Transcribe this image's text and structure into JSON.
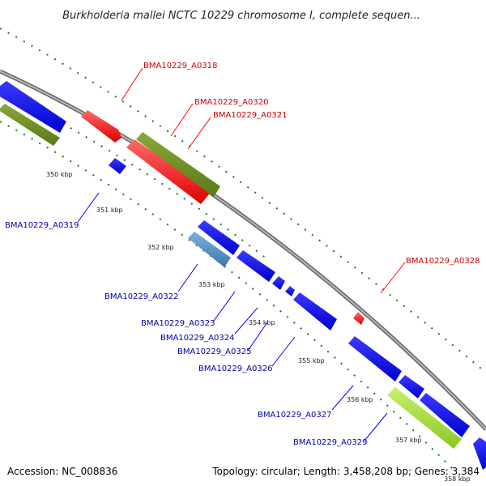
{
  "title": "Burkholderia mallei NCTC 10229 chromosome I, complete sequen...",
  "footer": {
    "accession": "Accession: NC_008836",
    "summary": "Topology: circular; Length: 3,458,208 bp; Genes: 3,384"
  },
  "colors": {
    "forward_gene": "#ff0000",
    "reverse_gene": "#0000ff",
    "rrna_light": "#99cc33",
    "cog_olive": "#6b8e23",
    "cog_steel": "#4682b4",
    "backbone": "#808080",
    "tick_green": "#1a7a1a",
    "forward_label": "#cc0000",
    "reverse_label": "#0000aa"
  },
  "kbp_labels": [
    "350 kbp",
    "351 kbp",
    "352 kbp",
    "353 kbp",
    "354 kbp",
    "355 kbp",
    "356 kbp",
    "357 kbp",
    "358 kbp"
  ],
  "genes": {
    "forward": [
      "BMA10229_A0318",
      "BMA10229_A0320",
      "BMA10229_A0321",
      "BMA10229_A0328"
    ],
    "reverse": [
      "BMA10229_A0319",
      "BMA10229_A0322",
      "BMA10229_A0323",
      "BMA10229_A0324",
      "BMA10229_A0325",
      "BMA10229_A0326",
      "BMA10229_A0327",
      "BMA10229_A0329"
    ]
  }
}
